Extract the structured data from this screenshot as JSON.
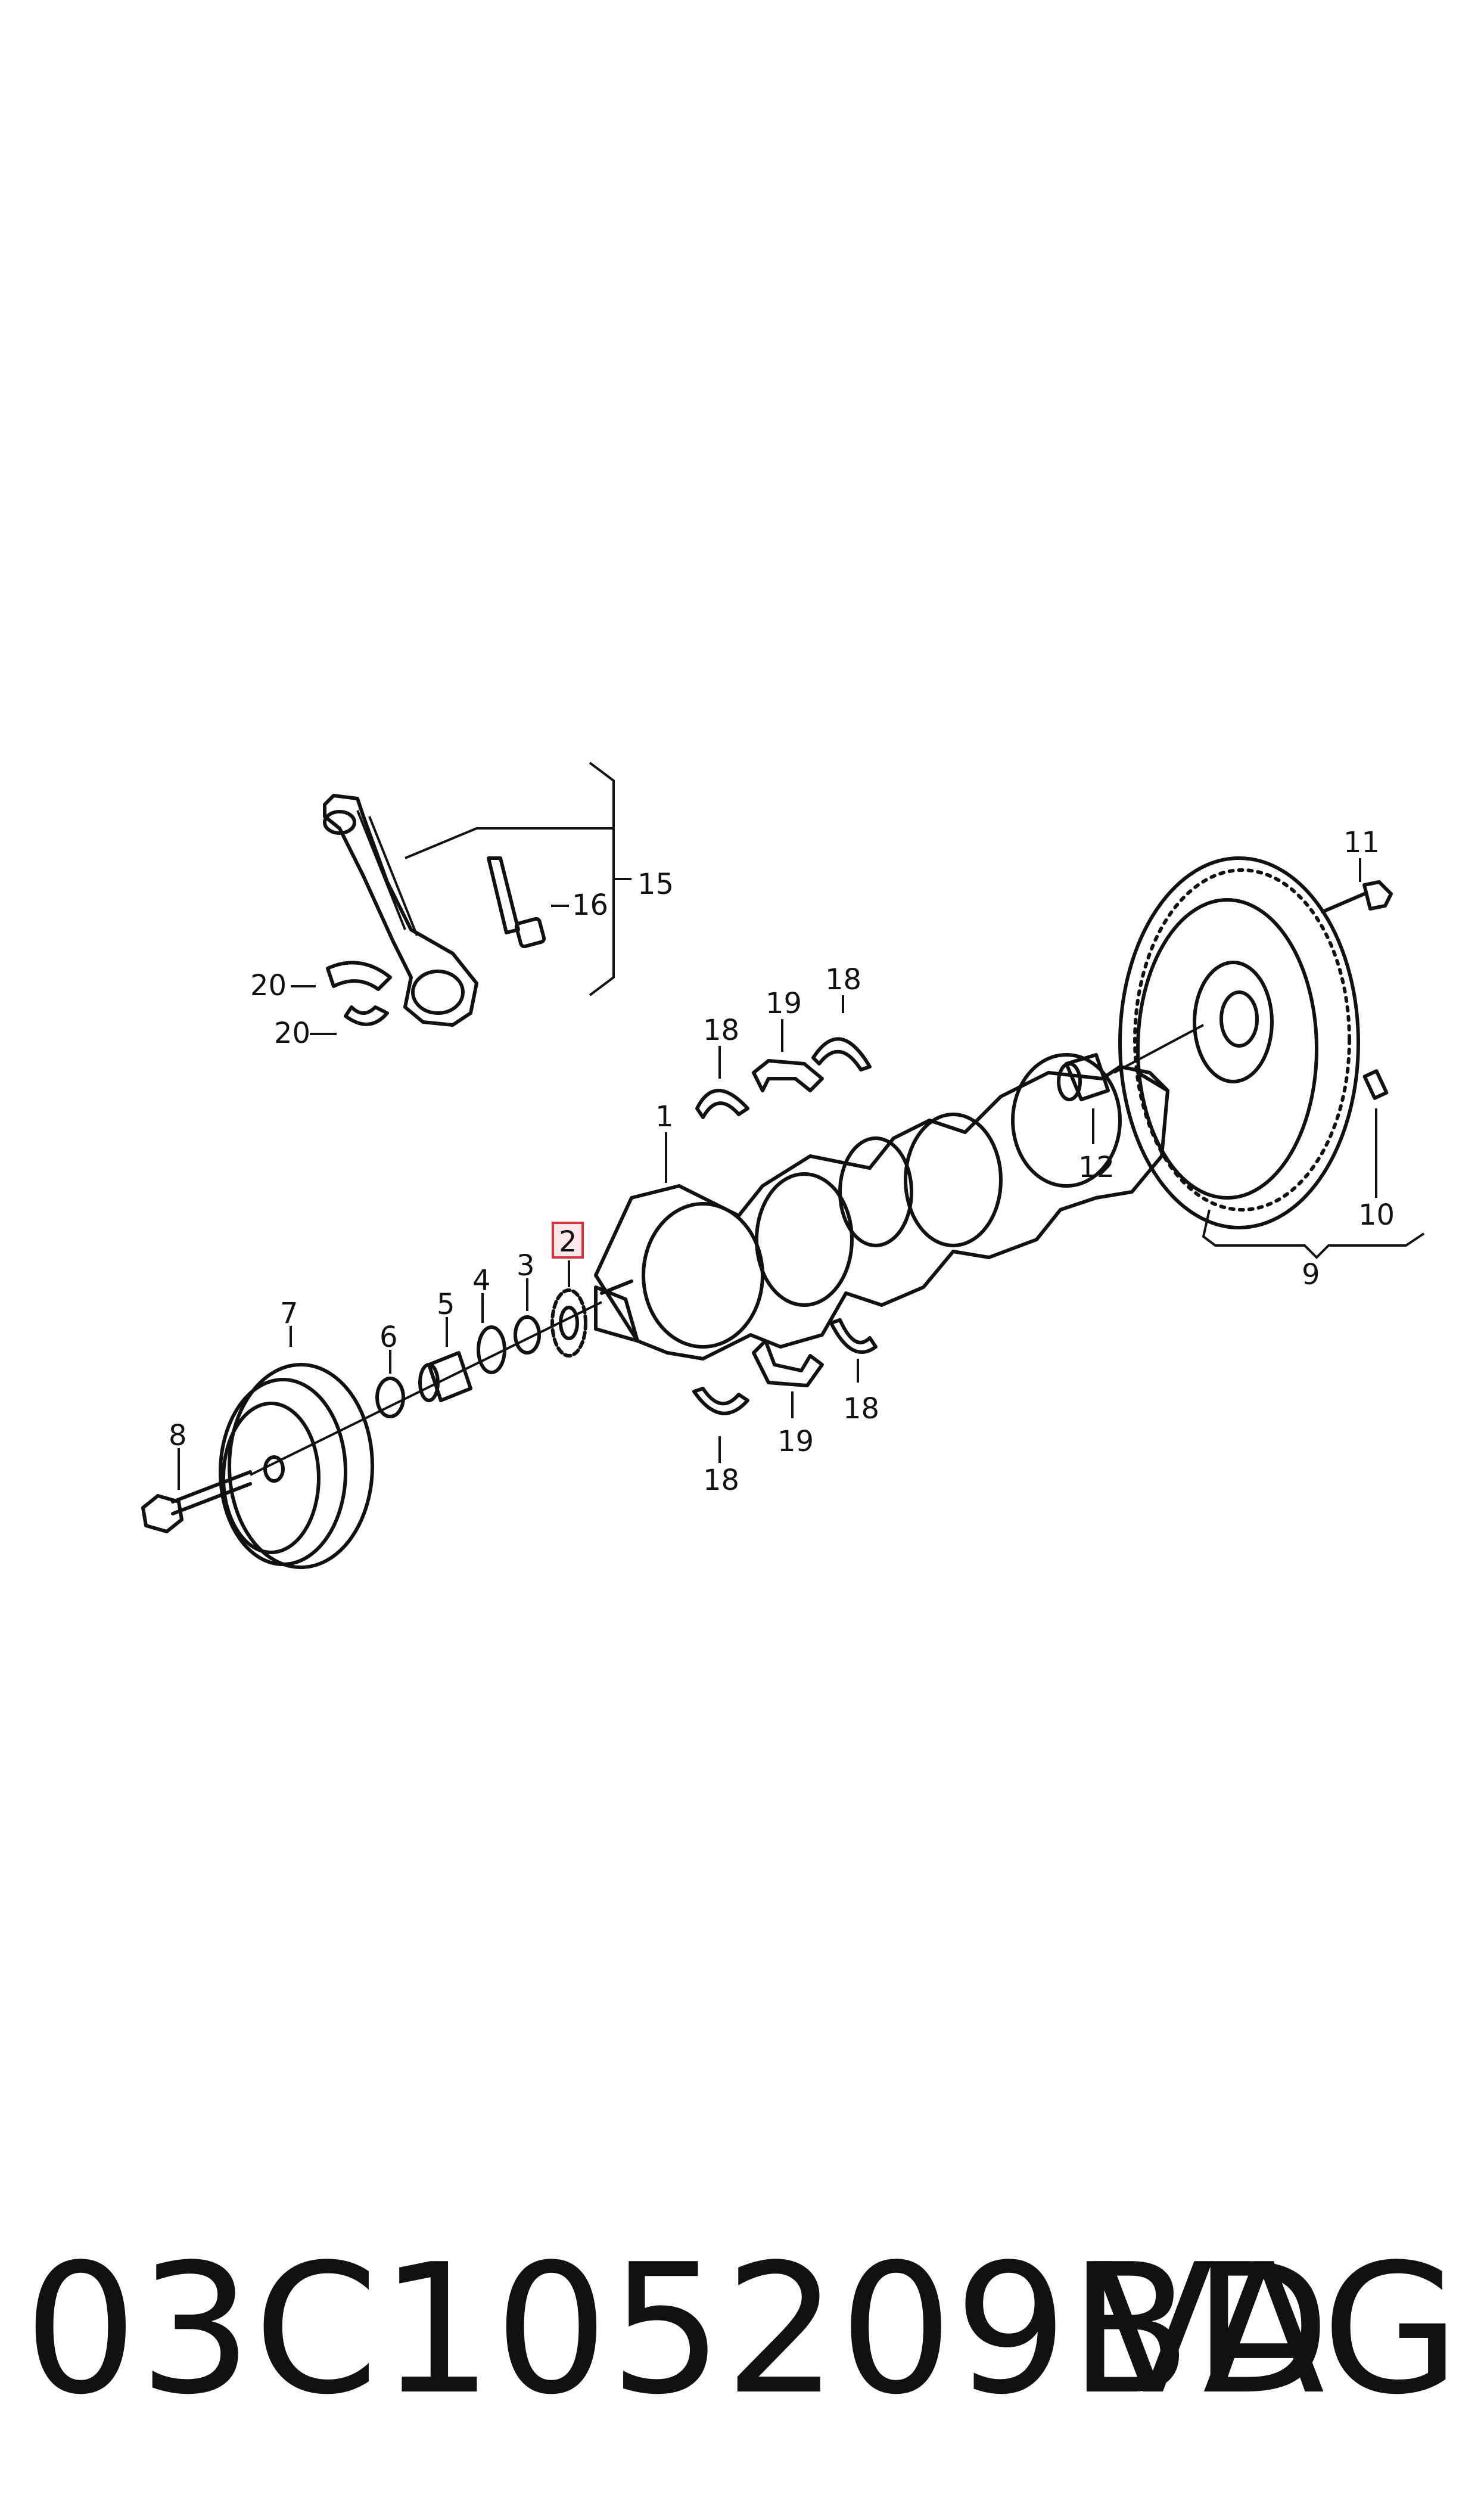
{
  "diagram": {
    "callouts": {
      "c1": "1",
      "c2": "2",
      "c3": "3",
      "c4": "4",
      "c5": "5",
      "c6": "6",
      "c7": "7",
      "c8": "8",
      "c9": "9",
      "c10": "10",
      "c11": "11",
      "c12": "12",
      "c15": "15",
      "c16": "16",
      "c18a": "18",
      "c18b": "18",
      "c18c": "18",
      "c18d": "18",
      "c19a": "19",
      "c19b": "19",
      "c20a": "20",
      "c20b": "20"
    },
    "highlighted_callout": "2",
    "highlight_color": "#e0303a",
    "highlight_fill": "#fde8ea"
  },
  "footer": {
    "part_number": "03C105209BD",
    "brand": "VAG"
  }
}
